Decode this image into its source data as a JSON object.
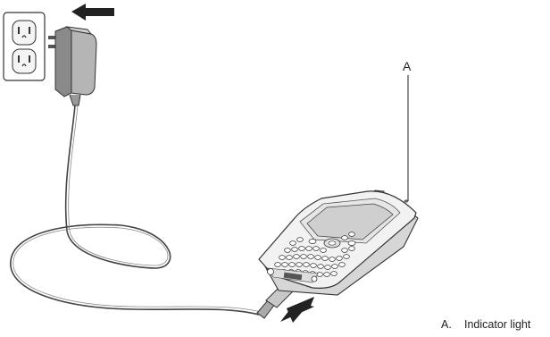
{
  "callout": {
    "letter": "A"
  },
  "legend": {
    "items": [
      {
        "key": "A.",
        "label": "Indicator light"
      }
    ]
  }
}
